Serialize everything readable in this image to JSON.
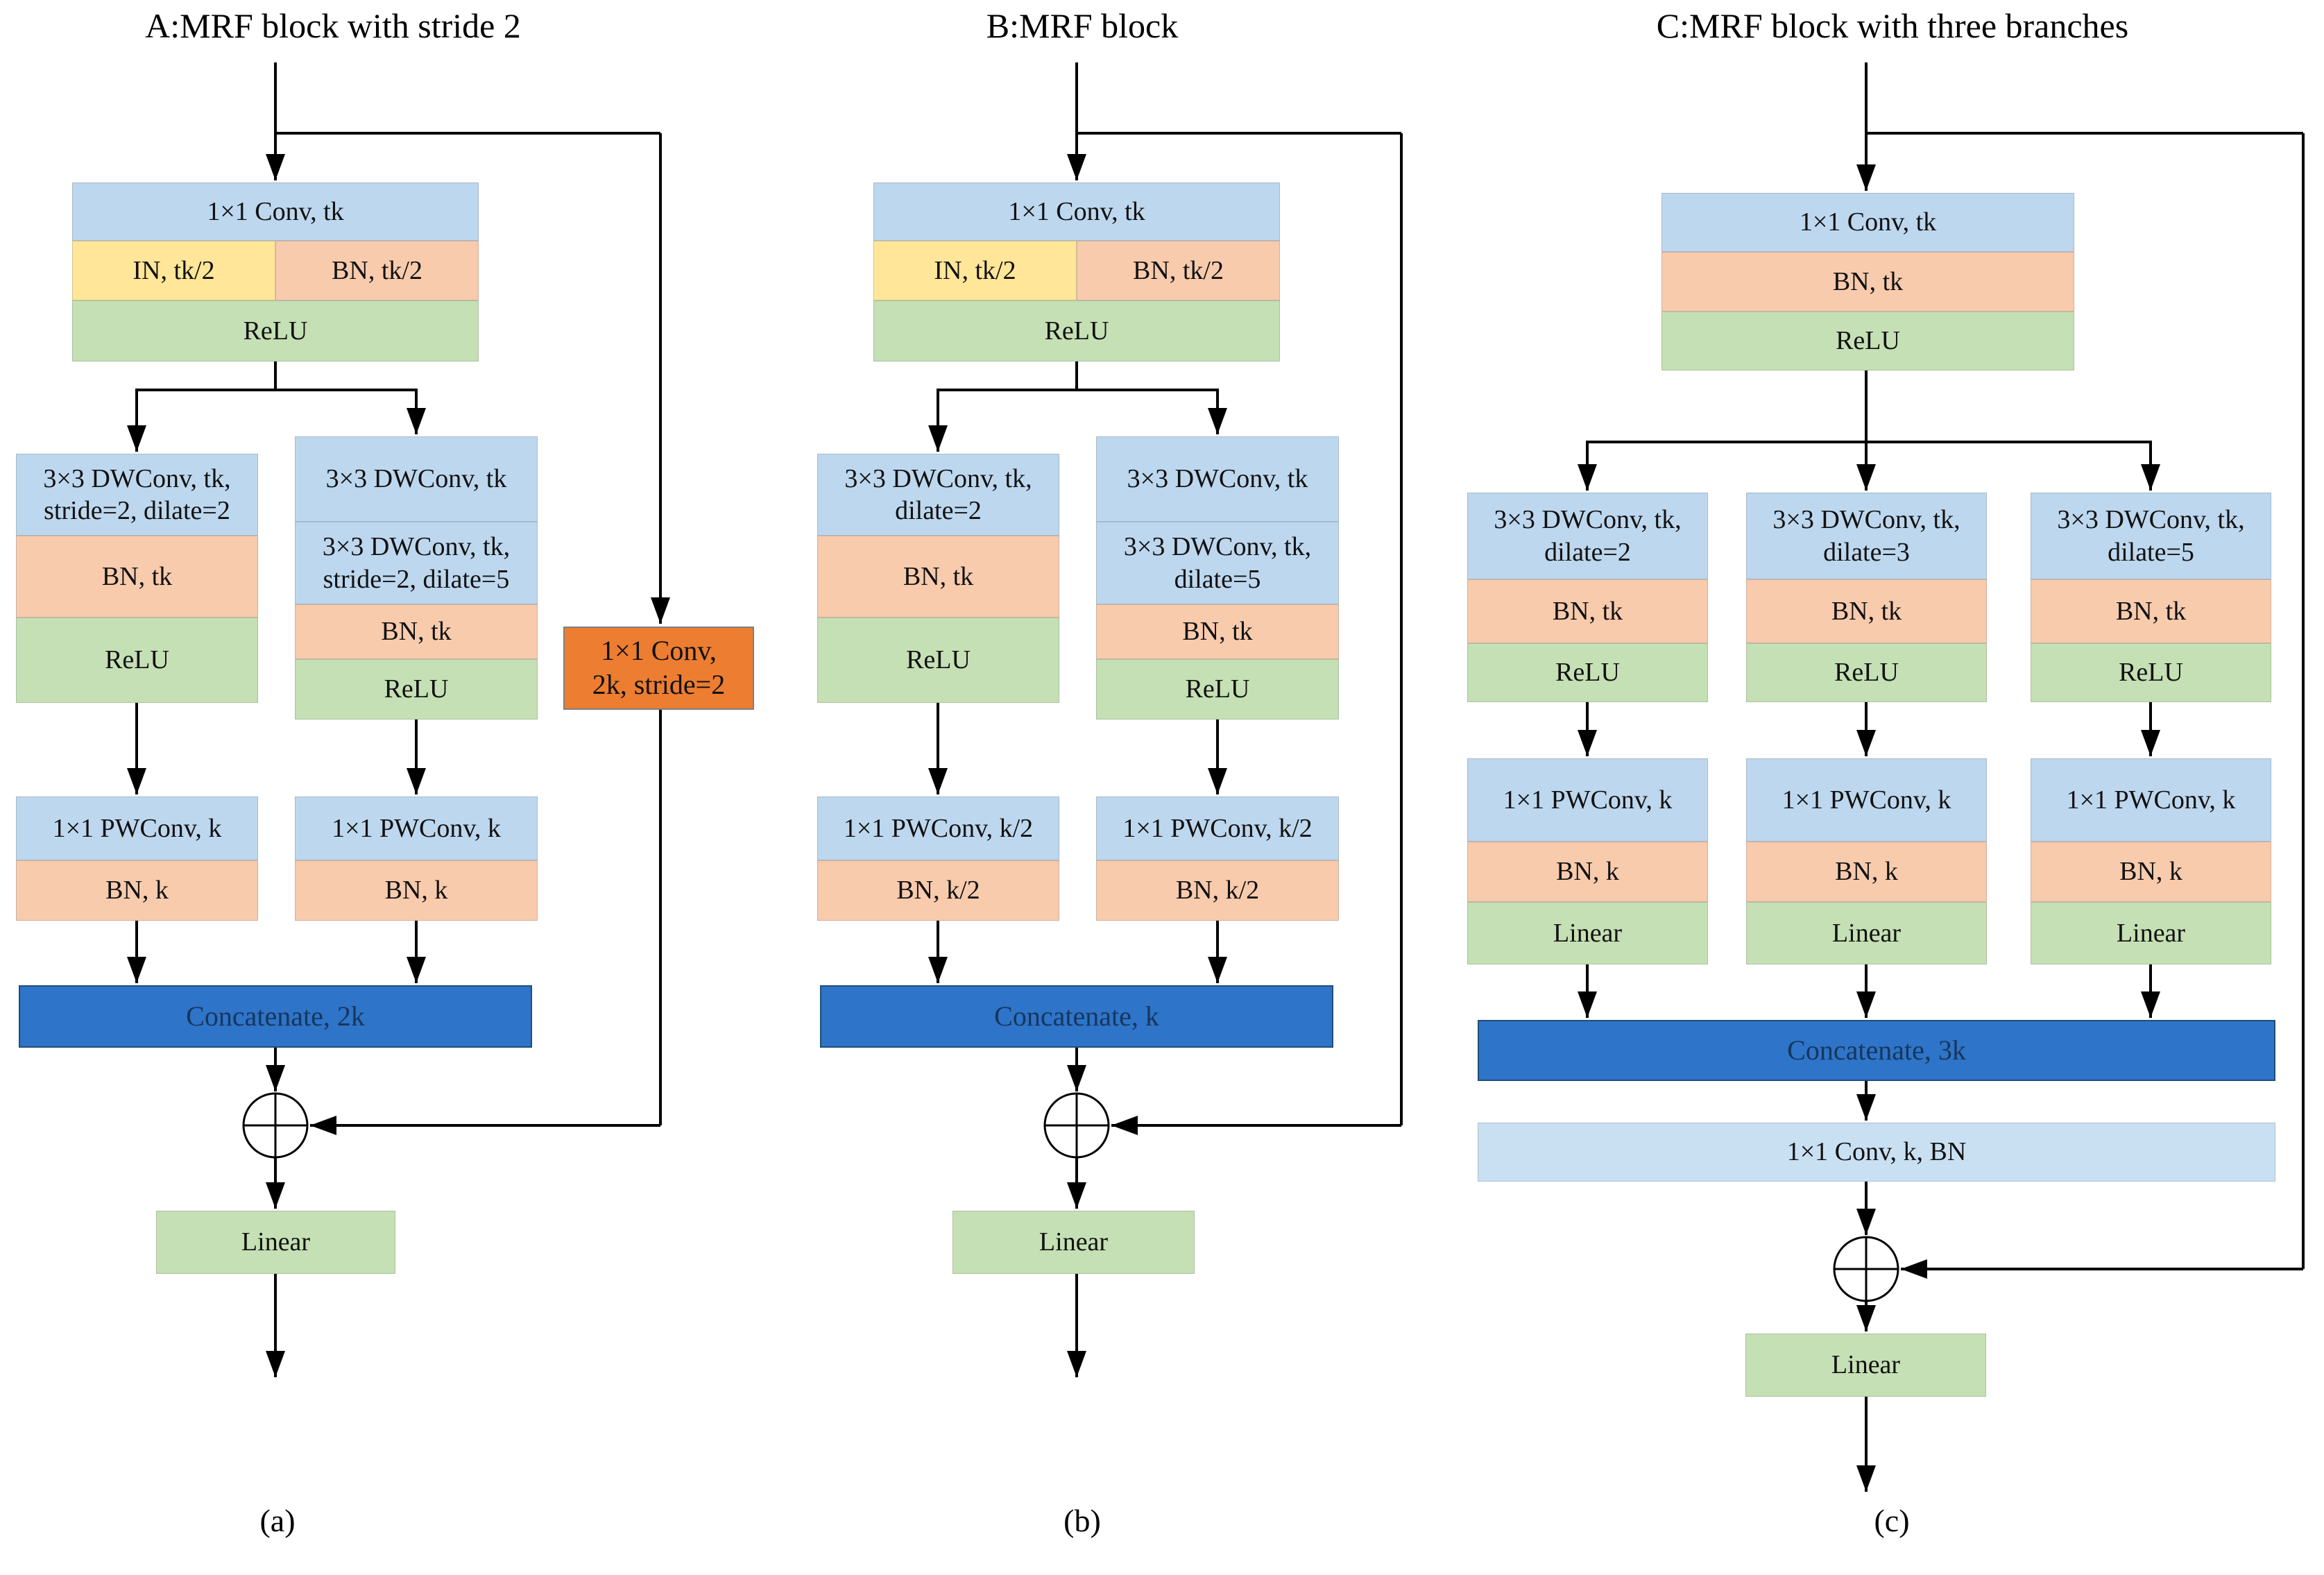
{
  "colors": {
    "box_blue": "#BDD7EE",
    "box_blue_light": "#C9E0F3",
    "box_yellow": "#FFE699",
    "box_peach": "#F8CBAD",
    "box_green": "#C5E0B4",
    "concat_blue": "#2E74C8",
    "shortcut_orange": "#ED7D31",
    "wire_black": "#000000"
  },
  "panels": [
    {
      "title": "A:MRF block with stride 2",
      "caption": "(a)",
      "top": {
        "conv": "1×1 Conv, tk",
        "in": "IN, tk/2",
        "bn": "BN, tk/2",
        "relu": "ReLU"
      },
      "left_branch": {
        "dwconv": "3×3 DWConv, tk,\nstride=2, dilate=2",
        "bn": "BN, tk",
        "relu": "ReLU"
      },
      "right_branch": {
        "dwconv1": "3×3 DWConv, tk",
        "dwconv2": "3×3 DWConv, tk,\nstride=2, dilate=5",
        "bn": "BN, tk",
        "relu": "ReLU"
      },
      "left_pw": {
        "pwconv": "1×1 PWConv, k",
        "bn": "BN, k"
      },
      "right_pw": {
        "pwconv": "1×1 PWConv, k",
        "bn": "BN, k"
      },
      "shortcut_conv": "1×1 Conv,\n2k, stride=2",
      "concat": "Concatenate, 2k",
      "linear": "Linear"
    },
    {
      "title": "B:MRF block",
      "caption": "(b)",
      "top": {
        "conv": "1×1 Conv, tk",
        "in": "IN, tk/2",
        "bn": "BN, tk/2",
        "relu": "ReLU"
      },
      "left_branch": {
        "dwconv": "3×3 DWConv, tk,\ndilate=2",
        "bn": "BN, tk",
        "relu": "ReLU"
      },
      "right_branch": {
        "dwconv1": "3×3 DWConv, tk",
        "dwconv2": "3×3 DWConv, tk,\ndilate=5",
        "bn": "BN, tk",
        "relu": "ReLU"
      },
      "left_pw": {
        "pwconv": "1×1 PWConv, k/2",
        "bn": "BN, k/2"
      },
      "right_pw": {
        "pwconv": "1×1 PWConv, k/2",
        "bn": "BN, k/2"
      },
      "concat": "Concatenate, k",
      "linear": "Linear"
    },
    {
      "title": "C:MRF block with three branches",
      "caption": "(c)",
      "top": {
        "conv": "1×1 Conv, tk",
        "bn": "BN, tk",
        "relu": "ReLU"
      },
      "branches": [
        {
          "dwconv": "3×3 DWConv, tk,\ndilate=2",
          "bn": "BN, tk",
          "relu": "ReLU",
          "pwconv": "1×1 PWConv, k",
          "pw_bn": "BN, k",
          "linear": "Linear"
        },
        {
          "dwconv": "3×3 DWConv, tk,\ndilate=3",
          "bn": "BN, tk",
          "relu": "ReLU",
          "pwconv": "1×1 PWConv, k",
          "pw_bn": "BN, k",
          "linear": "Linear"
        },
        {
          "dwconv": "3×3 DWConv, tk,\ndilate=5",
          "bn": "BN, tk",
          "relu": "ReLU",
          "pwconv": "1×1 PWConv, k",
          "pw_bn": "BN, k",
          "linear": "Linear"
        }
      ],
      "concat": "Concatenate, 3k",
      "conv_bn": "1×1 Conv, k, BN",
      "linear": "Linear"
    }
  ]
}
